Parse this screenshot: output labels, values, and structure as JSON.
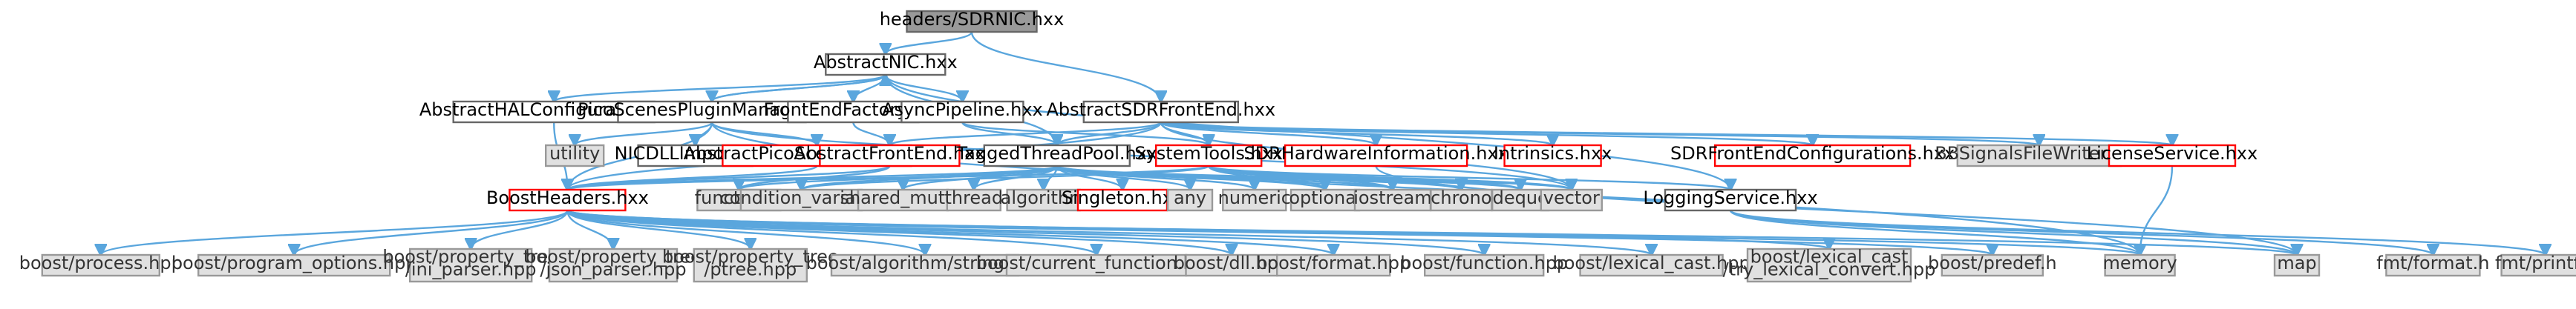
{
  "graph": {
    "colors": {
      "root_fill": "#999999",
      "root_border": "#666666",
      "documented_fill": "#ffffff",
      "documented_border": "#666666",
      "documented_text": "#000000",
      "highlighted_border": "#ff0000",
      "external_fill": "#e0e0e0",
      "external_border": "#999999",
      "external_text": "#333333",
      "edge": "#5aa6dd"
    },
    "nodes": [
      {
        "id": "n_root",
        "label": "headers/SDRNIC.hxx",
        "kind": "root"
      },
      {
        "id": "n_abstractnic",
        "label": "AbstractNIC.hxx",
        "kind": "documented"
      },
      {
        "id": "n_abstracthal",
        "label": "AbstractHALConfiguration.hxx",
        "kind": "documented"
      },
      {
        "id": "n_pspm",
        "label": "PicoScenesPluginManager.hxx",
        "kind": "documented"
      },
      {
        "id": "n_fef",
        "label": "FrontEndFactory.hxx",
        "kind": "documented"
      },
      {
        "id": "n_async",
        "label": "AsyncPipeline.hxx",
        "kind": "documented"
      },
      {
        "id": "n_asdrfe",
        "label": "AbstractSDRFrontEnd.hxx",
        "kind": "documented"
      },
      {
        "id": "n_utility",
        "label": "utility",
        "kind": "external"
      },
      {
        "id": "n_nicdll",
        "label": "NICDLLImport.hxx",
        "kind": "documented"
      },
      {
        "id": "n_apsp",
        "label": "AbstractPicoScenesPlugin.hxx",
        "kind": "highlighted"
      },
      {
        "id": "n_afe",
        "label": "AbstractFrontEnd.hxx",
        "kind": "highlighted"
      },
      {
        "id": "n_ttp",
        "label": "TaggedThreadPool.hxx",
        "kind": "documented"
      },
      {
        "id": "n_systools",
        "label": "SystemTools.hxx",
        "kind": "highlighted"
      },
      {
        "id": "n_sdrhw",
        "label": "SDRHardwareInformation.hxx",
        "kind": "highlighted"
      },
      {
        "id": "n_intrinsics",
        "label": "Intrinsics.hxx",
        "kind": "highlighted"
      },
      {
        "id": "n_sdrfecfg",
        "label": "SDRFrontEndConfigurations.hxx",
        "kind": "highlighted"
      },
      {
        "id": "n_bbsig",
        "label": "BBSignalsFileWriter.hxx",
        "kind": "external"
      },
      {
        "id": "n_license",
        "label": "LicenseService.hxx",
        "kind": "highlighted"
      },
      {
        "id": "n_boost",
        "label": "BoostHeaders.hxx",
        "kind": "highlighted"
      },
      {
        "id": "n_functional",
        "label": "functional",
        "kind": "external"
      },
      {
        "id": "n_condvar",
        "label": "condition_variable",
        "kind": "external"
      },
      {
        "id": "n_sharedmutex",
        "label": "shared_mutex",
        "kind": "external"
      },
      {
        "id": "n_thread",
        "label": "thread",
        "kind": "external"
      },
      {
        "id": "n_algorithm",
        "label": "algorithm",
        "kind": "external"
      },
      {
        "id": "n_singleton",
        "label": "Singleton.hxx",
        "kind": "highlighted"
      },
      {
        "id": "n_any",
        "label": "any",
        "kind": "external"
      },
      {
        "id": "n_numeric",
        "label": "numeric",
        "kind": "external"
      },
      {
        "id": "n_optional",
        "label": "optional",
        "kind": "external"
      },
      {
        "id": "n_iostream",
        "label": "iostream",
        "kind": "external"
      },
      {
        "id": "n_chrono",
        "label": "chrono",
        "kind": "external"
      },
      {
        "id": "n_deque",
        "label": "deque",
        "kind": "external"
      },
      {
        "id": "n_vector",
        "label": "vector",
        "kind": "external"
      },
      {
        "id": "n_logging",
        "label": "LoggingService.hxx",
        "kind": "documented"
      },
      {
        "id": "n_bprocess",
        "label": "boost/process.hpp",
        "kind": "external"
      },
      {
        "id": "n_bprogopt",
        "label": "boost/program_options.hpp",
        "kind": "external"
      },
      {
        "id": "n_bptini",
        "label": "boost/property_tree\n/ini_parser.hpp",
        "kind": "external"
      },
      {
        "id": "n_bptjson",
        "label": "boost/property_tree\n/json_parser.hpp",
        "kind": "external"
      },
      {
        "id": "n_bptptree",
        "label": "boost/property_tree\n/ptree.hpp",
        "kind": "external"
      },
      {
        "id": "n_balgstr",
        "label": "boost/algorithm/string.hpp",
        "kind": "external"
      },
      {
        "id": "n_bcurfunc",
        "label": "boost/current_function.hpp",
        "kind": "external"
      },
      {
        "id": "n_bdll",
        "label": "boost/dll.hpp",
        "kind": "external"
      },
      {
        "id": "n_bformat",
        "label": "boost/format.hpp",
        "kind": "external"
      },
      {
        "id": "n_bfunction",
        "label": "boost/function.hpp",
        "kind": "external"
      },
      {
        "id": "n_blexcast",
        "label": "boost/lexical_cast.hpp",
        "kind": "external"
      },
      {
        "id": "n_blexcasttry",
        "label": "boost/lexical_cast\n/try_lexical_convert.hpp",
        "kind": "external"
      },
      {
        "id": "n_bpredef",
        "label": "boost/predef.h",
        "kind": "external"
      },
      {
        "id": "n_memory",
        "label": "memory",
        "kind": "external"
      },
      {
        "id": "n_map",
        "label": "map",
        "kind": "external"
      },
      {
        "id": "n_fmtformat",
        "label": "fmt/format.h",
        "kind": "external"
      },
      {
        "id": "n_fmtprintf",
        "label": "fmt/printf.h",
        "kind": "external"
      }
    ],
    "edges": [
      [
        "n_root",
        "n_abstractnic"
      ],
      [
        "n_root",
        "n_asdrfe"
      ],
      [
        "n_abstractnic",
        "n_abstracthal"
      ],
      [
        "n_abstractnic",
        "n_pspm"
      ],
      [
        "n_abstractnic",
        "n_fef"
      ],
      [
        "n_abstractnic",
        "n_async"
      ],
      [
        "n_abstractnic",
        "n_ttp"
      ],
      [
        "n_abstractnic",
        "n_logging"
      ],
      [
        "n_pspm",
        "n_abstractnic"
      ],
      [
        "n_pspm",
        "n_utility"
      ],
      [
        "n_pspm",
        "n_nicdll"
      ],
      [
        "n_pspm",
        "n_apsp"
      ],
      [
        "n_pspm",
        "n_boost"
      ],
      [
        "n_pspm",
        "n_vector"
      ],
      [
        "n_pspm",
        "n_memory"
      ],
      [
        "n_abstracthal",
        "n_boost"
      ],
      [
        "n_fef",
        "n_afe"
      ],
      [
        "n_async",
        "n_ttp"
      ],
      [
        "n_async",
        "n_systools"
      ],
      [
        "n_asdrfe",
        "n_afe"
      ],
      [
        "n_asdrfe",
        "n_ttp"
      ],
      [
        "n_asdrfe",
        "n_systools"
      ],
      [
        "n_asdrfe",
        "n_sdrhw"
      ],
      [
        "n_asdrfe",
        "n_intrinsics"
      ],
      [
        "n_asdrfe",
        "n_sdrfecfg"
      ],
      [
        "n_asdrfe",
        "n_bbsig"
      ],
      [
        "n_asdrfe",
        "n_license"
      ],
      [
        "n_asdrfe",
        "n_boost"
      ],
      [
        "n_asdrfe",
        "n_vector"
      ],
      [
        "n_apsp",
        "n_boost"
      ],
      [
        "n_afe",
        "n_boost"
      ],
      [
        "n_afe",
        "n_functional"
      ],
      [
        "n_ttp",
        "n_functional"
      ],
      [
        "n_ttp",
        "n_condvar"
      ],
      [
        "n_ttp",
        "n_sharedmutex"
      ],
      [
        "n_ttp",
        "n_thread"
      ],
      [
        "n_ttp",
        "n_algorithm"
      ],
      [
        "n_ttp",
        "n_singleton"
      ],
      [
        "n_ttp",
        "n_any"
      ],
      [
        "n_ttp",
        "n_numeric"
      ],
      [
        "n_ttp",
        "n_optional"
      ],
      [
        "n_ttp",
        "n_iostream"
      ],
      [
        "n_ttp",
        "n_chrono"
      ],
      [
        "n_ttp",
        "n_deque"
      ],
      [
        "n_ttp",
        "n_vector"
      ],
      [
        "n_ttp",
        "n_boost"
      ],
      [
        "n_systools",
        "n_boost"
      ],
      [
        "n_systools",
        "n_condvar"
      ],
      [
        "n_systools",
        "n_optional"
      ],
      [
        "n_systools",
        "n_iostream"
      ],
      [
        "n_systools",
        "n_chrono"
      ],
      [
        "n_systools",
        "n_deque"
      ],
      [
        "n_systools",
        "n_vector"
      ],
      [
        "n_systools",
        "n_logging"
      ],
      [
        "n_sdrhw",
        "n_map"
      ],
      [
        "n_license",
        "n_memory"
      ],
      [
        "n_logging",
        "n_memory"
      ],
      [
        "n_logging",
        "n_map"
      ],
      [
        "n_logging",
        "n_fmtformat"
      ],
      [
        "n_logging",
        "n_fmtprintf"
      ],
      [
        "n_boost",
        "n_bprocess"
      ],
      [
        "n_boost",
        "n_bprogopt"
      ],
      [
        "n_boost",
        "n_bptini"
      ],
      [
        "n_boost",
        "n_bptjson"
      ],
      [
        "n_boost",
        "n_bptptree"
      ],
      [
        "n_boost",
        "n_balgstr"
      ],
      [
        "n_boost",
        "n_bcurfunc"
      ],
      [
        "n_boost",
        "n_bdll"
      ],
      [
        "n_boost",
        "n_bformat"
      ],
      [
        "n_boost",
        "n_bfunction"
      ],
      [
        "n_boost",
        "n_blexcast"
      ],
      [
        "n_boost",
        "n_blexcasttry"
      ],
      [
        "n_boost",
        "n_bpredef"
      ],
      [
        "n_boost",
        "n_memory"
      ],
      [
        "n_boost",
        "n_map"
      ]
    ]
  }
}
